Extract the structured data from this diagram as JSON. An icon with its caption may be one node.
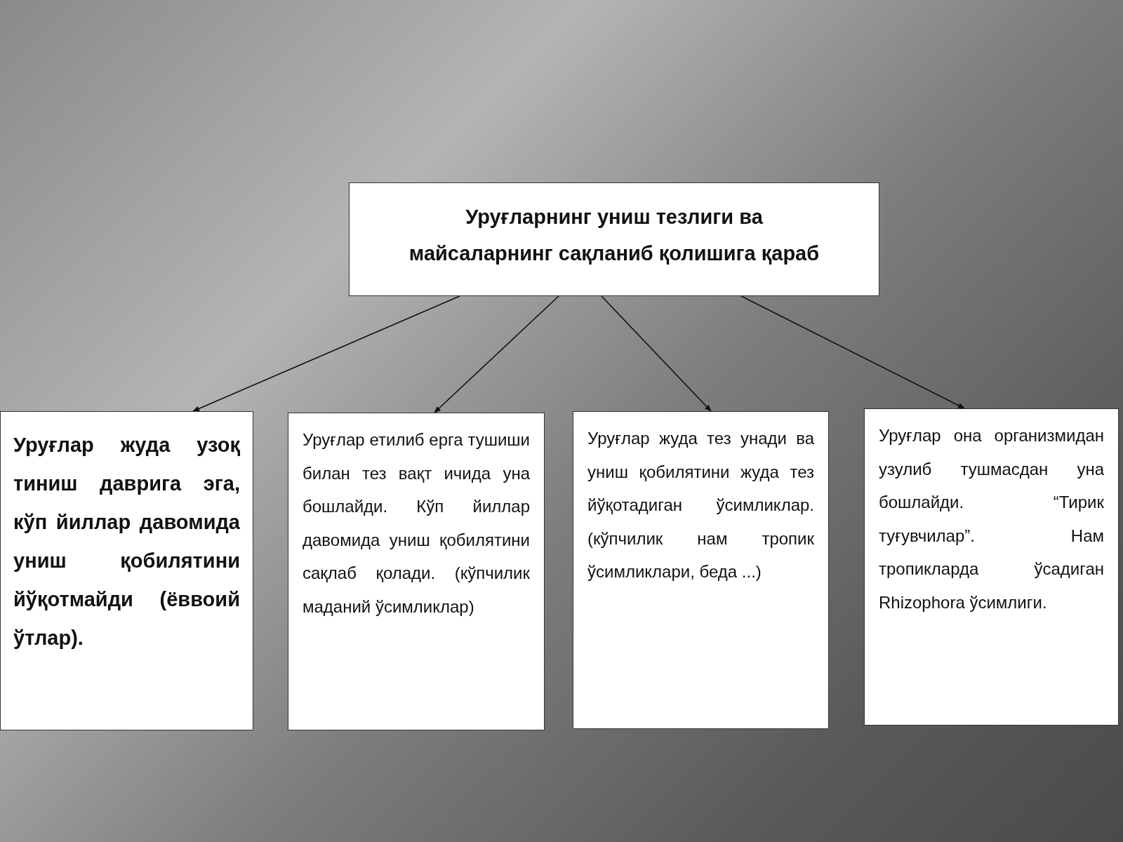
{
  "diagram": {
    "nodes": [
      {
        "text": [
          "Уруғларнинг униш тезлиги ва майсаларнинг сақланиб қолишига қараб"
        ]
      },
      {
        "text": [
          "Уруғлар жуда узоқ тиниш даврига эга, кўп йиллар давомида униш қобилятини йўқотмайди (ёввоий ўтлар)."
        ]
      },
      {
        "text": [
          "Уруғлар етилиб ерга тушиши билан тез вақт ичида уна бошлайди. Кўп йиллар давомида униш қобилятини сақлаб қолади. (кўпчилик маданий ўсимликлар)"
        ]
      },
      {
        "text": [
          "Уруғлар жуда тез унади ва униш қобилятини жуда тез йўқотадиган ўсимликлар. (кўпчилик нам тропик ўсимликлари, беда ...)"
        ]
      },
      {
        "text": [
          "Уруғлар она организмидан узулиб тушмасдан уна бошлайди. “Тирик туғувчилар”. Нам тропикларда ўсадиган Rhizophora ўсимлиги."
        ]
      }
    ],
    "edges": [
      {
        "from": 0,
        "to": 1,
        "arrow": "to"
      },
      {
        "from": 0,
        "to": 2,
        "arrow": "to"
      },
      {
        "from": 0,
        "to": 3,
        "arrow": "to"
      },
      {
        "from": 0,
        "to": 4,
        "arrow": "to"
      }
    ]
  }
}
